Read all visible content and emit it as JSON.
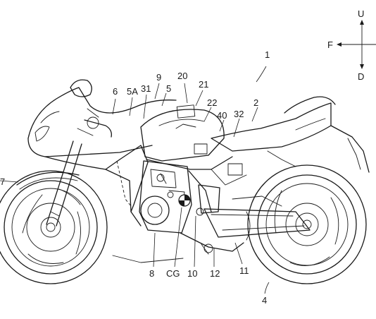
{
  "direction_labels": {
    "up": "U",
    "forward": "F",
    "down": "D"
  },
  "reference_labels": {
    "r1": "1",
    "r2": "2",
    "r4": "4",
    "r5": "5",
    "r5a": "5A",
    "r6": "6",
    "r7": "7",
    "r8": "8",
    "r9": "9",
    "r10": "10",
    "r11": "11",
    "r12": "12",
    "r20": "20",
    "r21": "21",
    "r22": "22",
    "r31": "31",
    "r32": "32",
    "r40": "40",
    "cg": "CG"
  }
}
